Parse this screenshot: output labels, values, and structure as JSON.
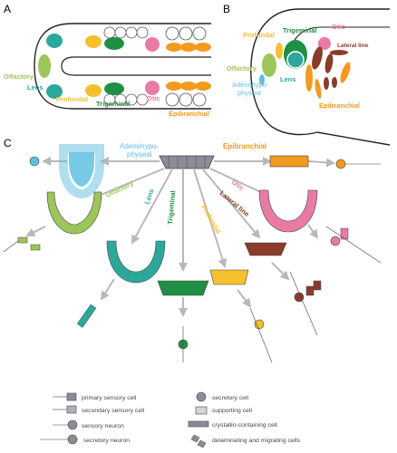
{
  "panels": {
    "a": "A",
    "b": "B",
    "c": "C"
  },
  "colors": {
    "olfactory": "#9cc55a",
    "lens": "#2ca89a",
    "profundal": "#f5c02d",
    "trigeminal": "#1f8f45",
    "otic": "#e87aa4",
    "lateral_line": "#8a3b2a",
    "epibranchial": "#f39a1f",
    "adenohypophyseal": "#5fbfe0",
    "precursor": "#8c8c98",
    "arrow": "#b8b8b8"
  },
  "panel_a": {
    "olfactory": "Olfactory",
    "lens": "Lens",
    "profundal": "Profundal",
    "trigeminal": "Trigeminal",
    "otic": "Otic",
    "epibranchial": "Epibranchial"
  },
  "panel_b": {
    "profundal": "Profundal",
    "trigeminal": "Trigeminal",
    "otic": "Otic",
    "lateral_line": "Lateral line",
    "olfactory": "Olfactory",
    "adenohypophyseal_1": "Adenohypo-",
    "adenohypophyseal_2": "physeal",
    "lens": "Lens",
    "epibranchial": "Epibranchial"
  },
  "panel_c": {
    "adenohypophyseal_1": "Adenohypo-",
    "adenohypophyseal_2": "physeal",
    "epibranchial": "Epibranchial",
    "olfactory": "Olfactory",
    "otic": "Otic",
    "lateral_line": "Lateral line",
    "lens": "Lens",
    "trigeminal": "Trigeminal",
    "profundal": "Profundal"
  },
  "legend": {
    "primary_sensory_cell": "primary sensory cell",
    "secondary_sensory_cell": "secondary sensory cell",
    "sensory_neuron": "sensory neuron",
    "secretory_neuron": "secretory neuron",
    "secretory_cell": "secretory cell",
    "supporting_cell": "supporting cell",
    "crystallin_cell": "crystallin-containing cell",
    "delaminating_cells": "delaminating and migrating cells"
  }
}
